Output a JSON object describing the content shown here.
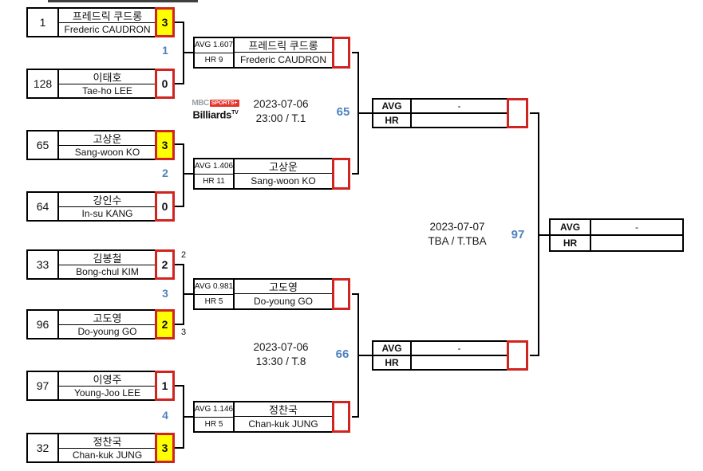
{
  "colors": {
    "accent_red": "#d02420",
    "winner_yellow": "#ffff00",
    "accent_blue": "#4f81bd",
    "logo_red": "#e5332a"
  },
  "logo": {
    "mbc": "MBC",
    "sports": "SPORTS+",
    "billiards": "Billiards",
    "tv": "TV"
  },
  "round1": {
    "matches": [
      {
        "table_no": "1",
        "players": [
          {
            "seed": "1",
            "name_kr": "프레드릭 쿠드롱",
            "name_en": "Frederic CAUDRON",
            "score": "3",
            "winner": true,
            "tiebreak": ""
          },
          {
            "seed": "128",
            "name_kr": "이태호",
            "name_en": "Tae-ho LEE",
            "score": "0",
            "winner": false,
            "tiebreak": ""
          }
        ]
      },
      {
        "table_no": "2",
        "players": [
          {
            "seed": "65",
            "name_kr": "고상운",
            "name_en": "Sang-woon KO",
            "score": "3",
            "winner": true,
            "tiebreak": ""
          },
          {
            "seed": "64",
            "name_kr": "강인수",
            "name_en": "In-su KANG",
            "score": "0",
            "winner": false,
            "tiebreak": ""
          }
        ]
      },
      {
        "table_no": "3",
        "players": [
          {
            "seed": "33",
            "name_kr": "김봉철",
            "name_en": "Bong-chul KIM",
            "score": "2",
            "winner": false,
            "tiebreak": "2"
          },
          {
            "seed": "96",
            "name_kr": "고도영",
            "name_en": "Do-young GO",
            "score": "2",
            "winner": true,
            "tiebreak": "3"
          }
        ]
      },
      {
        "table_no": "4",
        "players": [
          {
            "seed": "97",
            "name_kr": "이영주",
            "name_en": "Young-Joo LEE",
            "score": "1",
            "winner": false,
            "tiebreak": ""
          },
          {
            "seed": "32",
            "name_kr": "정찬국",
            "name_en": "Chan-kuk JUNG",
            "score": "3",
            "winner": true,
            "tiebreak": ""
          }
        ]
      }
    ]
  },
  "round2": {
    "boxes": [
      {
        "avg": "AVG 1.607",
        "hr": "HR 9",
        "name_kr": "프레드릭 쿠드롱",
        "name_en": "Frederic CAUDRON"
      },
      {
        "avg": "AVG 1.406",
        "hr": "HR 11",
        "name_kr": "고상운",
        "name_en": "Sang-woon KO"
      },
      {
        "avg": "AVG 0.981",
        "hr": "HR 5",
        "name_kr": "고도영",
        "name_en": "Do-young GO"
      },
      {
        "avg": "AVG 1.146",
        "hr": "HR 5",
        "name_kr": "정찬국",
        "name_en": "Chan-kuk JUNG"
      }
    ]
  },
  "schedule": [
    {
      "date": "2023-07-06",
      "time": "23:00 / T.1",
      "match_no": "65"
    },
    {
      "date": "2023-07-06",
      "time": "13:30 / T.8",
      "match_no": "66"
    },
    {
      "date": "2023-07-07",
      "time": "TBA / T.TBA",
      "match_no": "97"
    }
  ],
  "semifinals": [
    {
      "avg_label": "AVG",
      "avg_value": "-",
      "hr_label": "HR",
      "hr_value": ""
    },
    {
      "avg_label": "AVG",
      "avg_value": "-",
      "hr_label": "HR",
      "hr_value": ""
    }
  ],
  "final": {
    "avg_label": "AVG",
    "avg_value": "-",
    "hr_label": "HR",
    "hr_value": ""
  }
}
